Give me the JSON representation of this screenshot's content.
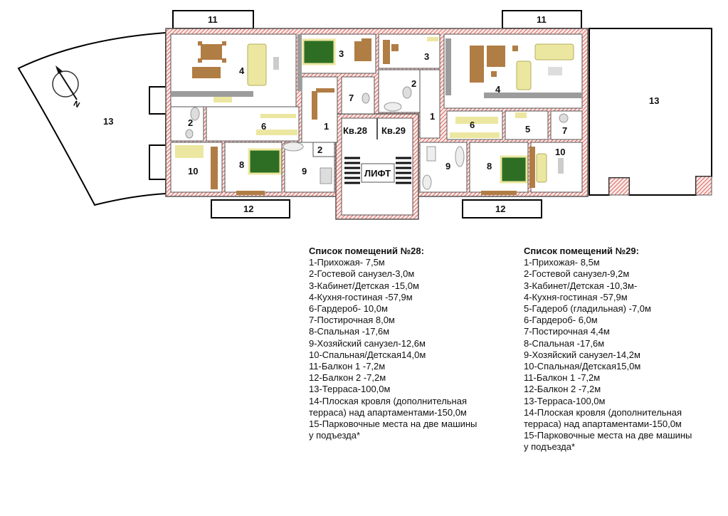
{
  "plan": {
    "apt_labels": {
      "left": "Кв.28",
      "right": "Кв.29"
    },
    "lift_label": "ЛИФТ",
    "left_rooms": {
      "r1": "1",
      "r2": "2",
      "r2b": "2",
      "r3": "3",
      "r4": "4",
      "r6": "6",
      "r7": "7",
      "r8": "8",
      "r9": "9",
      "r10": "10",
      "r11": "11",
      "r12": "12",
      "r13": "13"
    },
    "right_rooms": {
      "r1": "1",
      "r2": "2",
      "r3": "3",
      "r4": "4",
      "r5": "5",
      "r6": "6",
      "r7": "7",
      "r8": "8",
      "r9": "9",
      "r10": "10",
      "r11": "11",
      "r12": "12",
      "r13": "13"
    },
    "compass_letter": "N",
    "colors": {
      "wall": "#707070",
      "hatch": "#d5433a",
      "floor": "#ffffff",
      "wood": "#b07d45",
      "sofa": "#ece7a0",
      "bed": "#2e6e24",
      "closet": "#9c9c9c"
    }
  },
  "list28": {
    "title": "Список помещений №28:",
    "items": [
      "1-Прихожая- 7,5м",
      "2-Гостевой санузел-3,0м",
      "3-Кабинет/Детская -15,0м",
      "4-Кухня-гостиная -57,9м",
      "6-Гардероб- 10,0м",
      "7-Постирочная 8,0м",
      "8-Спальная -17,6м",
      "9-Хозяйский санузел-12,6м",
      "10-Спальная/Детская14,0м",
      "11-Балкон 1 -7,2м",
      "12-Балкон 2 -7,2м",
      "13-Терраса-100,0м",
      "14-Плоская кровля (дополнительная",
      "терраса) над апартаментами-150,0м",
      "15-Парковочные места на две машины",
      "у подъезда*"
    ]
  },
  "list29": {
    "title": "Список помещений №29:",
    "items": [
      "1-Прихожая- 8,5м",
      "2-Гостевой санузел-9,2м",
      "3-Кабинет/Детская -10,3м-",
      "4-Кухня-гостиная -57,9м",
      "5-Гадероб (гладильная) -7,0м",
      "6-Гардероб- 6,0м",
      "7-Постирочная 4,4м",
      "8-Спальная -17,6м",
      "9-Хозяйский санузел-14,2м",
      "10-Спальная/Детская15,0м",
      "11-Балкон 1 -7,2м",
      "12-Балкон 2 -7,2м",
      "13-Терраса-100,0м",
      "14-Плоская кровля (дополнительная",
      "терраса) над апартаментами-150,0м",
      "15-Парковочные места на две машины",
      "у подъезда*"
    ]
  }
}
